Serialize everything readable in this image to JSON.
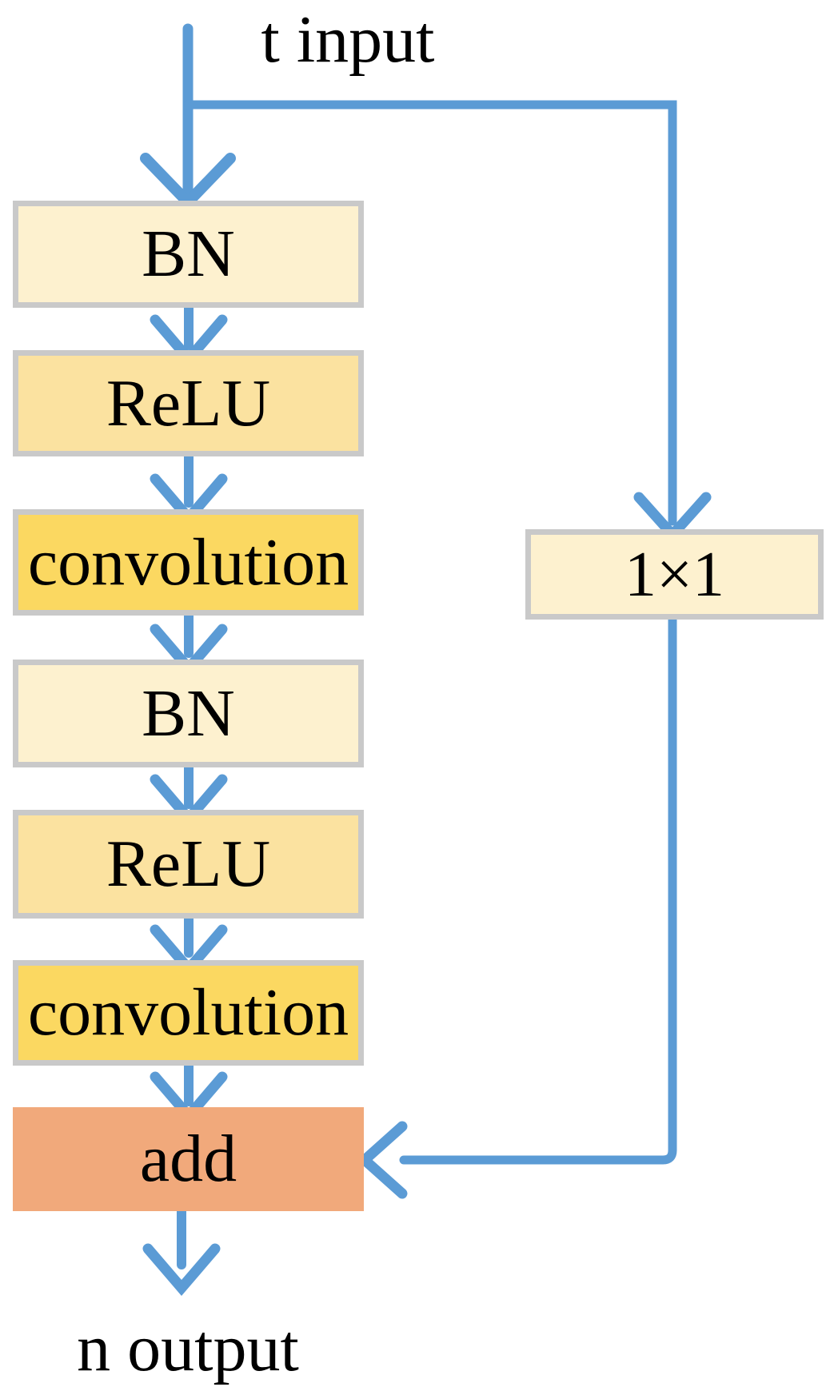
{
  "diagram": {
    "input_label": "t input",
    "output_label": "n output",
    "main_boxes": [
      {
        "label": "BN",
        "fill": "#fdf1cf"
      },
      {
        "label": "ReLU",
        "fill": "#fbe2a0"
      },
      {
        "label": "convolution",
        "fill": "#fbd861"
      },
      {
        "label": "BN",
        "fill": "#fdf1cf"
      },
      {
        "label": "ReLU",
        "fill": "#fbe2a0"
      },
      {
        "label": "convolution",
        "fill": "#fbd861"
      },
      {
        "label": "add",
        "fill": "#f1a97b"
      }
    ],
    "shortcut_box": {
      "label": "1×1",
      "fill": "#fdf1cf"
    },
    "colors": {
      "arrow": "#5b9bd5",
      "box_border": "#c9c9c9",
      "text": "#000000",
      "background": "#ffffff"
    }
  }
}
